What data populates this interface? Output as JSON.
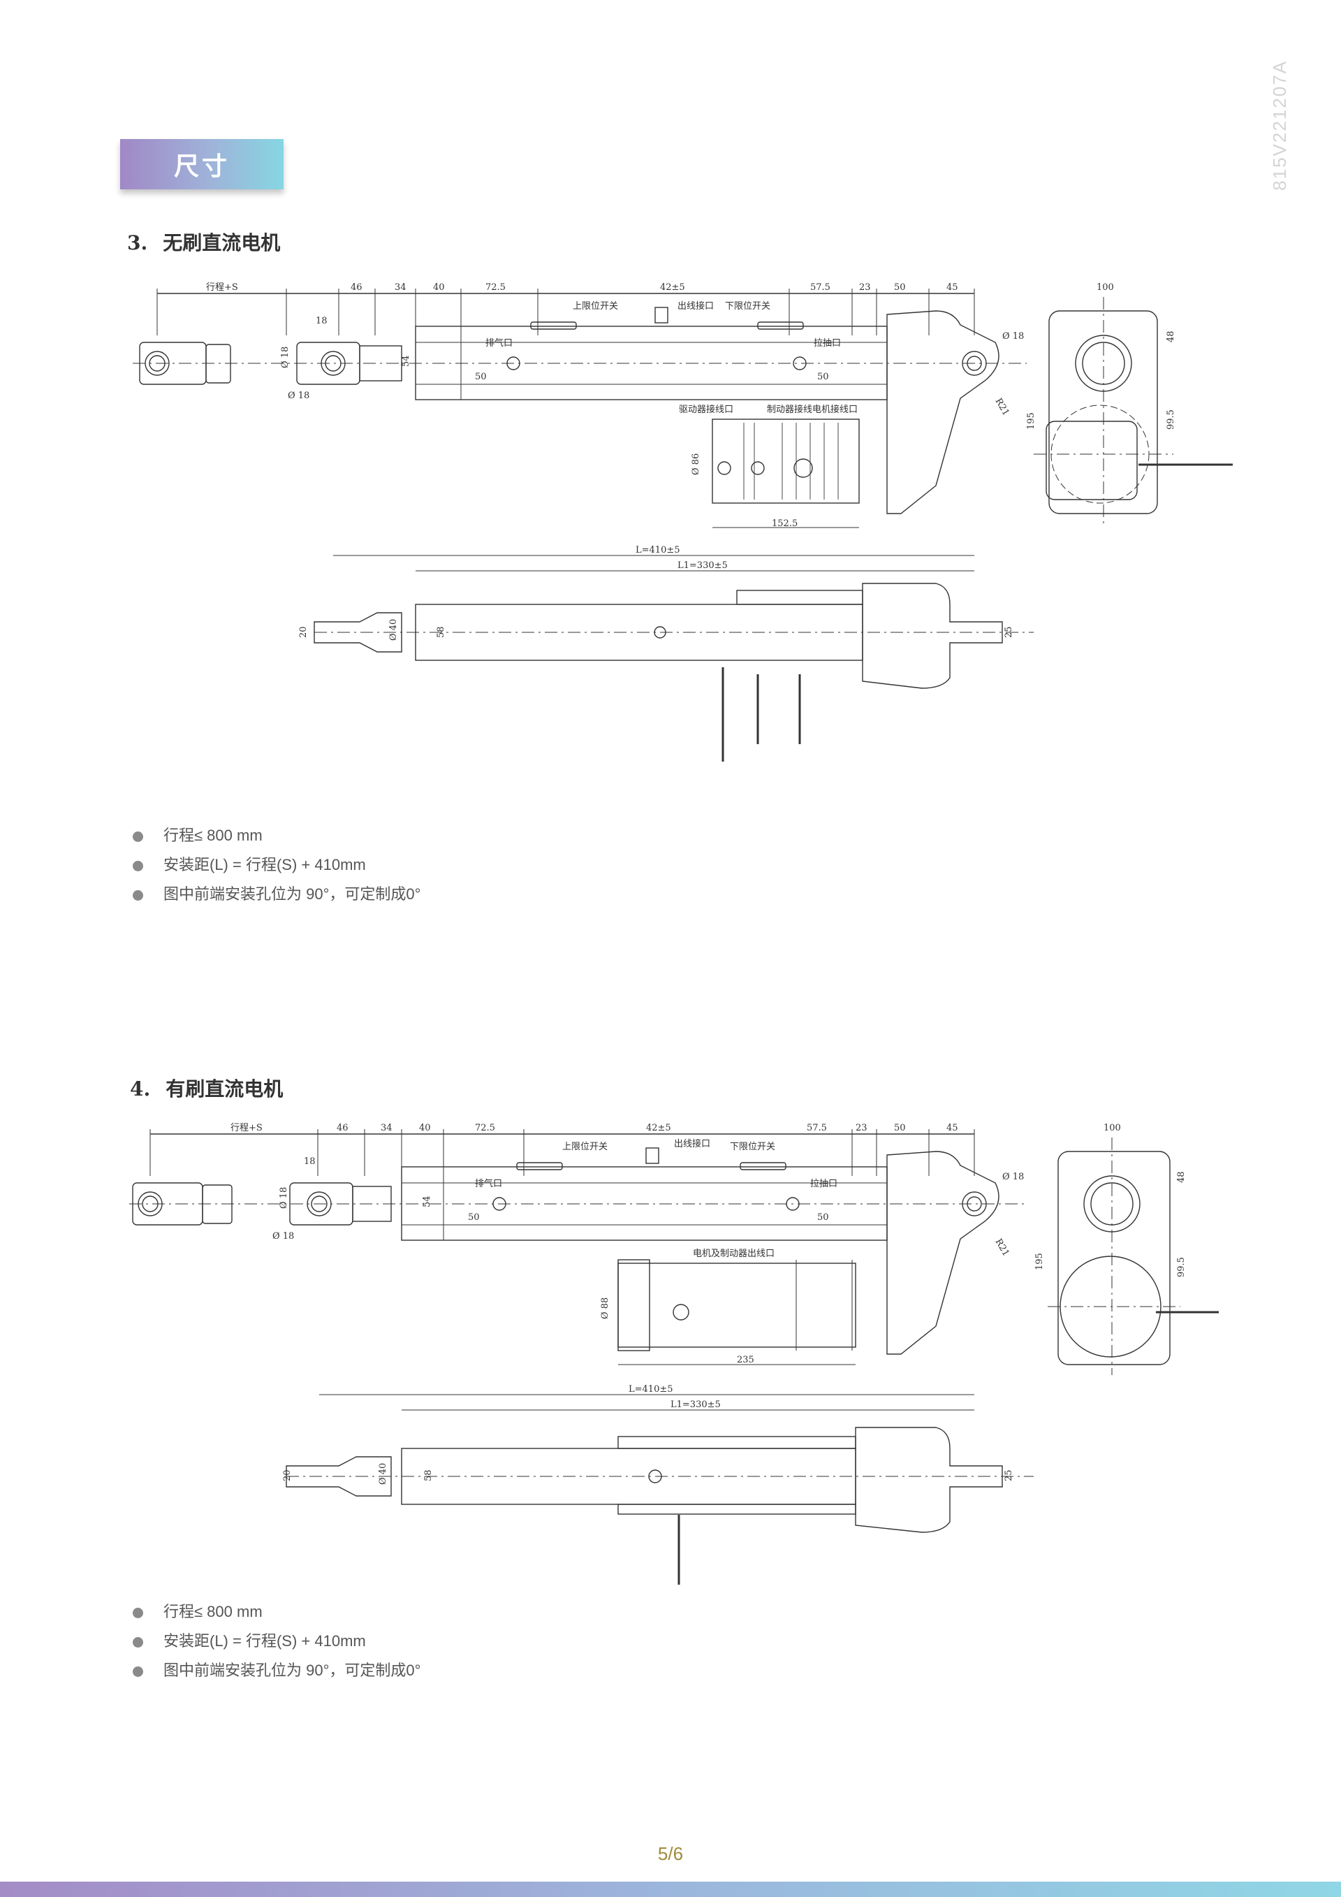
{
  "header": {
    "doc_code": "815V221207A",
    "badge": "尺寸"
  },
  "section3": {
    "num": "3.",
    "title": "无刷直流电机",
    "labels": {
      "stroke": "行程+S",
      "d46": "46",
      "d34": "34",
      "d40": "40",
      "d72": "72.5",
      "d42": "42±5",
      "d57": "57.5",
      "d23": "23",
      "d50": "50",
      "d45": "45",
      "d100": "100",
      "d18": "18",
      "phi18a": "Ø 18",
      "phi18b": "Ø 18",
      "phi18c": "Ø 18",
      "d54": "54",
      "d50a": "50",
      "d50b": "50",
      "upper_switch": "上限位开关",
      "outlet": "出线接口",
      "lower_switch": "下限位开关",
      "vent": "排气口",
      "pull_out": "拉抽口",
      "driver_port": "驱动器接线口",
      "brake_port": "制动器接线电机接线口",
      "d152": "152.5",
      "d195": "195",
      "d48": "48",
      "d99": "99.5",
      "r21": "R21",
      "phi86": "Ø 86",
      "L": "L=410±5",
      "L1": "L1=330±5",
      "d20": "20",
      "phi40": "Ø 40",
      "d58": "58",
      "d25": "25"
    },
    "bullets": [
      "行程≤ 800 mm",
      "安装距(L) = 行程(S) + 410mm",
      "图中前端安装孔位为 90°，可定制成0°"
    ]
  },
  "section4": {
    "num": "4.",
    "title": "有刷直流电机",
    "labels": {
      "stroke": "行程+S",
      "d46": "46",
      "d34": "34",
      "d40": "40",
      "d72": "72.5",
      "d42": "42±5",
      "d57": "57.5",
      "d23": "23",
      "d50": "50",
      "d45": "45",
      "d100": "100",
      "d18": "18",
      "phi18a": "Ø 18",
      "phi18b": "Ø 18",
      "phi18c": "Ø 18",
      "d54": "54",
      "d50a": "50",
      "d50b": "50",
      "upper_switch": "上限位开关",
      "outlet": "出线接口",
      "lower_switch": "下限位开关",
      "vent": "排气口",
      "pull_out": "拉抽口",
      "motor_port": "电机及制动器出线口",
      "phi88": "Ø 88",
      "d235": "235",
      "d195": "195",
      "d48": "48",
      "d99": "99.5",
      "r21": "R21",
      "L": "L=410±5",
      "L1": "L1=330±5",
      "d20": "20",
      "phi40": "Ø 40",
      "d58": "58",
      "d25": "25"
    },
    "bullets": [
      "行程≤ 800 mm",
      "安装距(L) = 行程(S) + 410mm",
      "图中前端安装孔位为 90°，可定制成0°"
    ]
  },
  "footer": {
    "page": "5/6"
  }
}
